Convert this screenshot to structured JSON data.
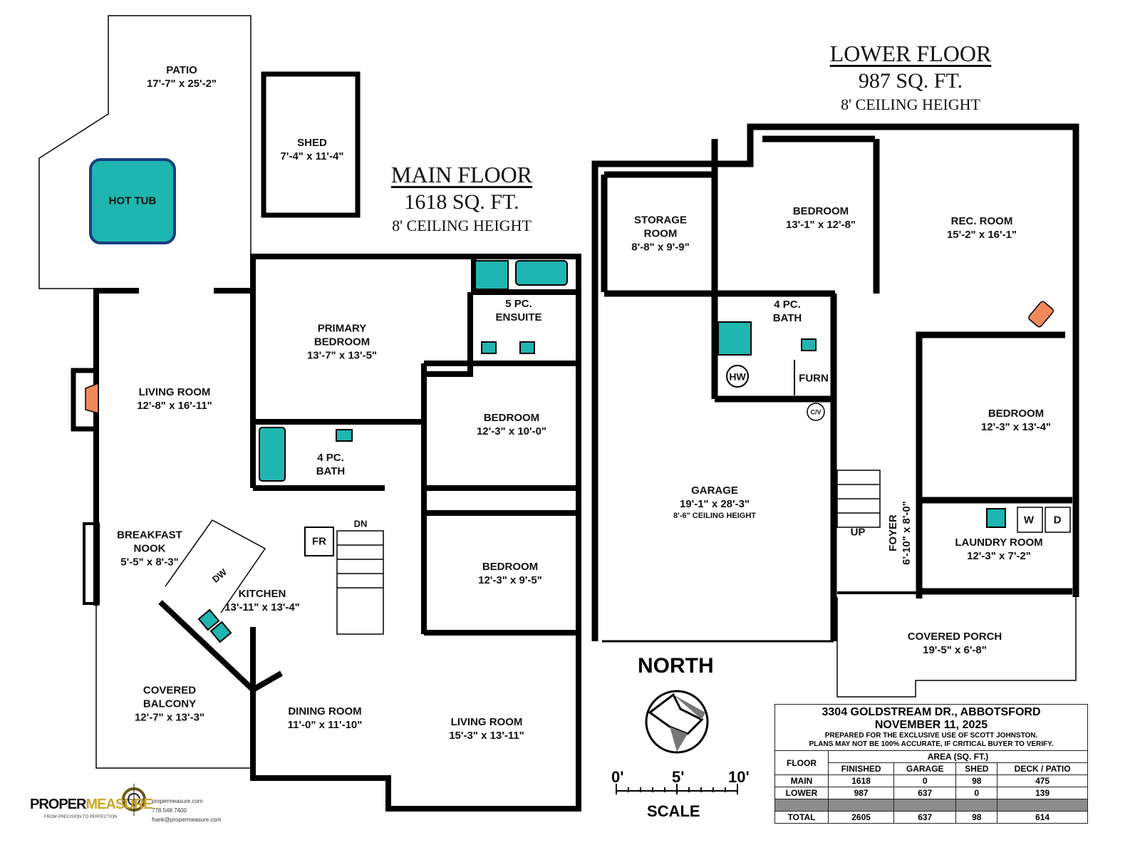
{
  "main_floor": {
    "title": "MAIN FLOOR",
    "area": "1618 SQ. FT.",
    "ceiling": "8' CEILING HEIGHT"
  },
  "lower_floor": {
    "title": "LOWER FLOOR",
    "area": "987 SQ. FT.",
    "ceiling": "8' CEILING HEIGHT"
  },
  "rooms": {
    "patio": {
      "name": "PATIO",
      "dims": "17'-7\" x 25'-2\""
    },
    "hot_tub": {
      "name": "HOT TUB"
    },
    "shed": {
      "name": "SHED",
      "dims": "7'-4\" x 11'-4\""
    },
    "living_room_main": {
      "name": "LIVING ROOM",
      "dims": "12'-8\" x 16'-11\""
    },
    "primary_bedroom": {
      "name": "PRIMARY BEDROOM",
      "dims": "13'-7\" x 13'-5\""
    },
    "ensuite": {
      "name": "5 PC. ENSUITE"
    },
    "bath_main": {
      "name": "4 PC. BATH"
    },
    "bedroom_main_1": {
      "name": "BEDROOM",
      "dims": "12'-3\" x 10'-0\""
    },
    "bedroom_main_2": {
      "name": "BEDROOM",
      "dims": "12'-3\" x 9'-5\""
    },
    "breakfast_nook": {
      "name": "BREAKFAST NOOK",
      "dims": "5'-5\" x 8'-3\""
    },
    "kitchen": {
      "name": "KITCHEN",
      "dims": "13'-11\" x 13'-4\""
    },
    "fr": {
      "name": "FR"
    },
    "dw": {
      "name": "DW"
    },
    "dn": {
      "name": "DN"
    },
    "covered_balcony": {
      "name": "COVERED BALCONY",
      "dims": "12'-7\" x 13'-3\""
    },
    "dining_room": {
      "name": "DINING ROOM",
      "dims": "11'-0\" x 11'-10\""
    },
    "living_room_2": {
      "name": "LIVING ROOM",
      "dims": "15'-3\" x 13'-11\""
    },
    "storage_room": {
      "name": "STORAGE ROOM",
      "dims": "8'-8\" x 9'-9\""
    },
    "bedroom_lower_1": {
      "name": "BEDROOM",
      "dims": "13'-1\" x 12'-8\""
    },
    "rec_room": {
      "name": "REC. ROOM",
      "dims": "15'-2\" x 16'-1\""
    },
    "bath_lower": {
      "name": "4 PC. BATH"
    },
    "hw": {
      "name": "HW"
    },
    "furn": {
      "name": "FURN"
    },
    "cv": {
      "name": "C/V"
    },
    "garage": {
      "name": "GARAGE",
      "dims": "19'-1\" x 28'-3\"",
      "note": "8'-6\" CEILING HEIGHT"
    },
    "up": {
      "name": "UP"
    },
    "foyer": {
      "name": "FOYER",
      "dims": "6'-10\" x 8'-0\""
    },
    "bedroom_lower_2": {
      "name": "BEDROOM",
      "dims": "12'-3\" x 13'-4\""
    },
    "laundry": {
      "name": "LAUNDRY ROOM",
      "dims": "12'-3\" x 7'-2\"",
      "washer": "W",
      "dryer": "D"
    },
    "covered_porch": {
      "name": "COVERED PORCH",
      "dims": "19'-5\" x 6'-8\""
    }
  },
  "compass": {
    "label": "NORTH"
  },
  "scale": {
    "label": "SCALE",
    "ticks": [
      "0'",
      "5'",
      "10'"
    ]
  },
  "info": {
    "address": "3304 GOLDSTREAM DR., ABBOTSFORD",
    "date": "NOVEMBER 11, 2025",
    "note1": "PREPARED FOR THE EXCLUSIVE USE OF SCOTT JOHNSTON.",
    "note2": "PLANS MAY NOT BE 100% ACCURATE, IF CRITICAL BUYER TO VERIFY.",
    "floor_header": "FLOOR",
    "area_header": "AREA (SQ. FT.)",
    "columns": [
      "FINISHED",
      "GARAGE",
      "SHED",
      "DECK / PATIO"
    ],
    "rows": [
      {
        "floor": "MAIN",
        "values": [
          "1618",
          "0",
          "98",
          "475"
        ]
      },
      {
        "floor": "LOWER",
        "values": [
          "987",
          "637",
          "0",
          "139"
        ]
      }
    ],
    "total": {
      "floor": "TOTAL",
      "values": [
        "2605",
        "637",
        "98",
        "614"
      ]
    }
  },
  "logo": {
    "text1": "PROPER",
    "text2": "MEASURE",
    "tagline": "FROM PRECISION TO PERFECTION",
    "website": "propermeasure.com",
    "phone": "778.548.7400",
    "email": "frank@propermeasure.com"
  },
  "colors": {
    "fixture": "#1fb5b0",
    "fireplace": "#f08a5d",
    "wall": "#000000",
    "logo_gold": "#c8a82a"
  }
}
